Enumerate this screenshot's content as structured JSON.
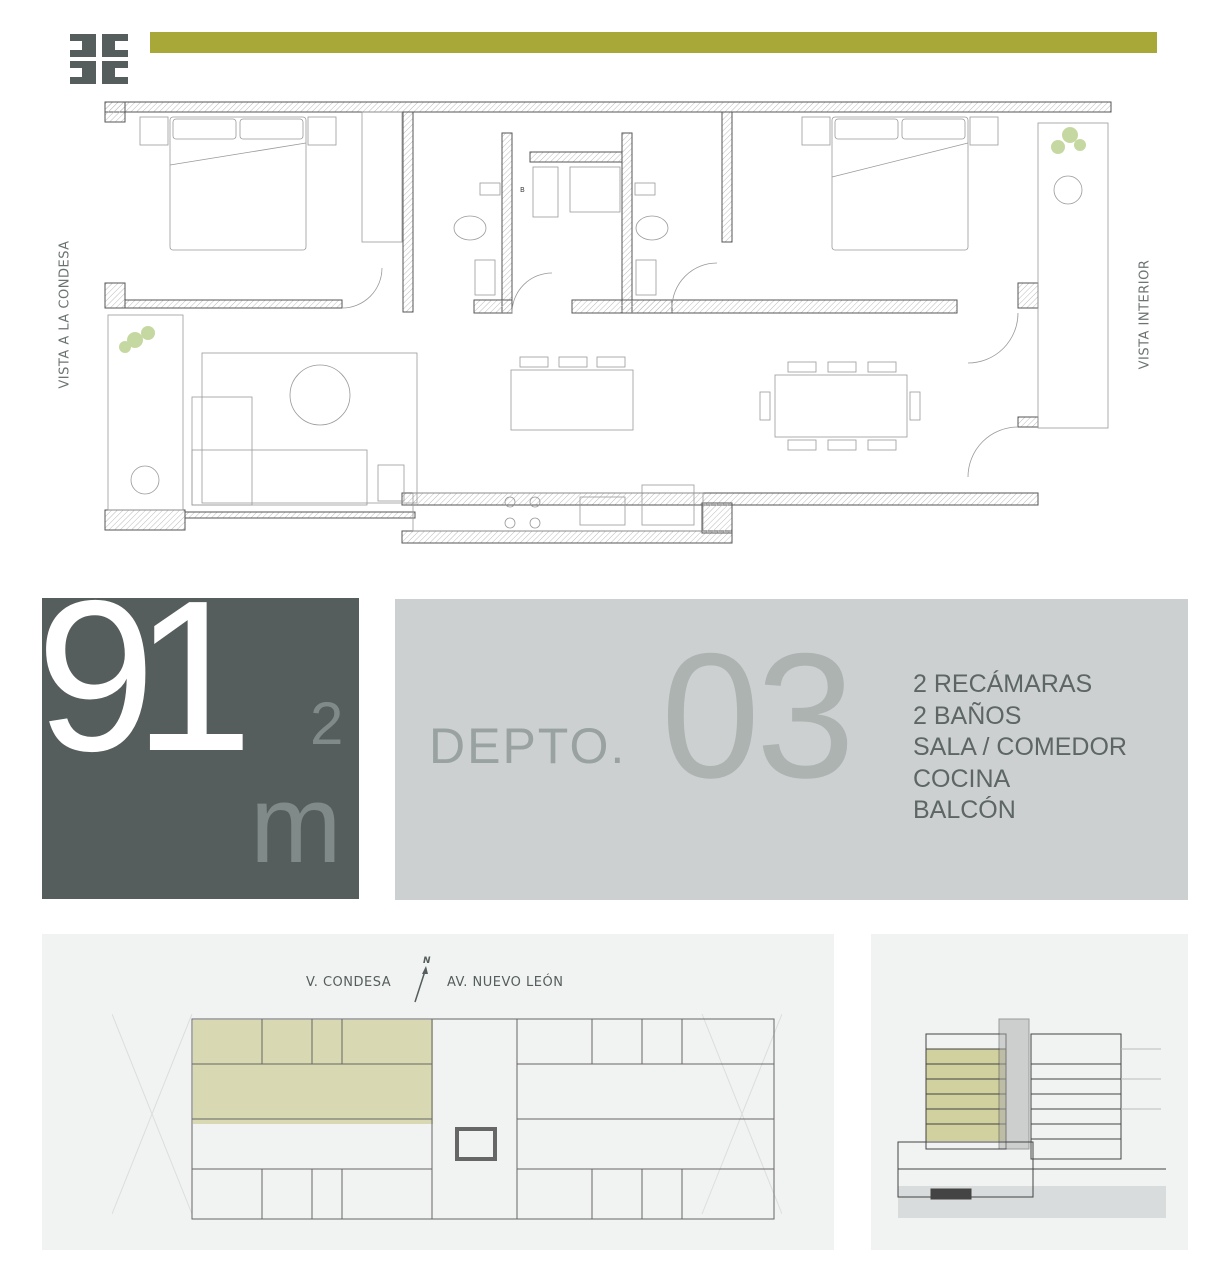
{
  "header": {
    "logo": "CCCC",
    "accent_color": "#a8a838"
  },
  "plan": {
    "left_view_label": "VISTA A LA CONDESA",
    "right_view_label": "VISTA INTERIOR",
    "bath_label": "B"
  },
  "area": {
    "value": "91",
    "unit": "m",
    "exponent": "2"
  },
  "unit_info": {
    "prefix": "DEPTO.",
    "number": "03",
    "features": [
      "2 RECÁMARAS",
      "2 BAÑOS",
      "SALA / COMEDOR",
      "COCINA",
      "BALCÓN"
    ]
  },
  "site_plan": {
    "left_street": "V. CONDESA",
    "north_label": "N",
    "right_street": "AV. NUEVO LEÓN"
  }
}
